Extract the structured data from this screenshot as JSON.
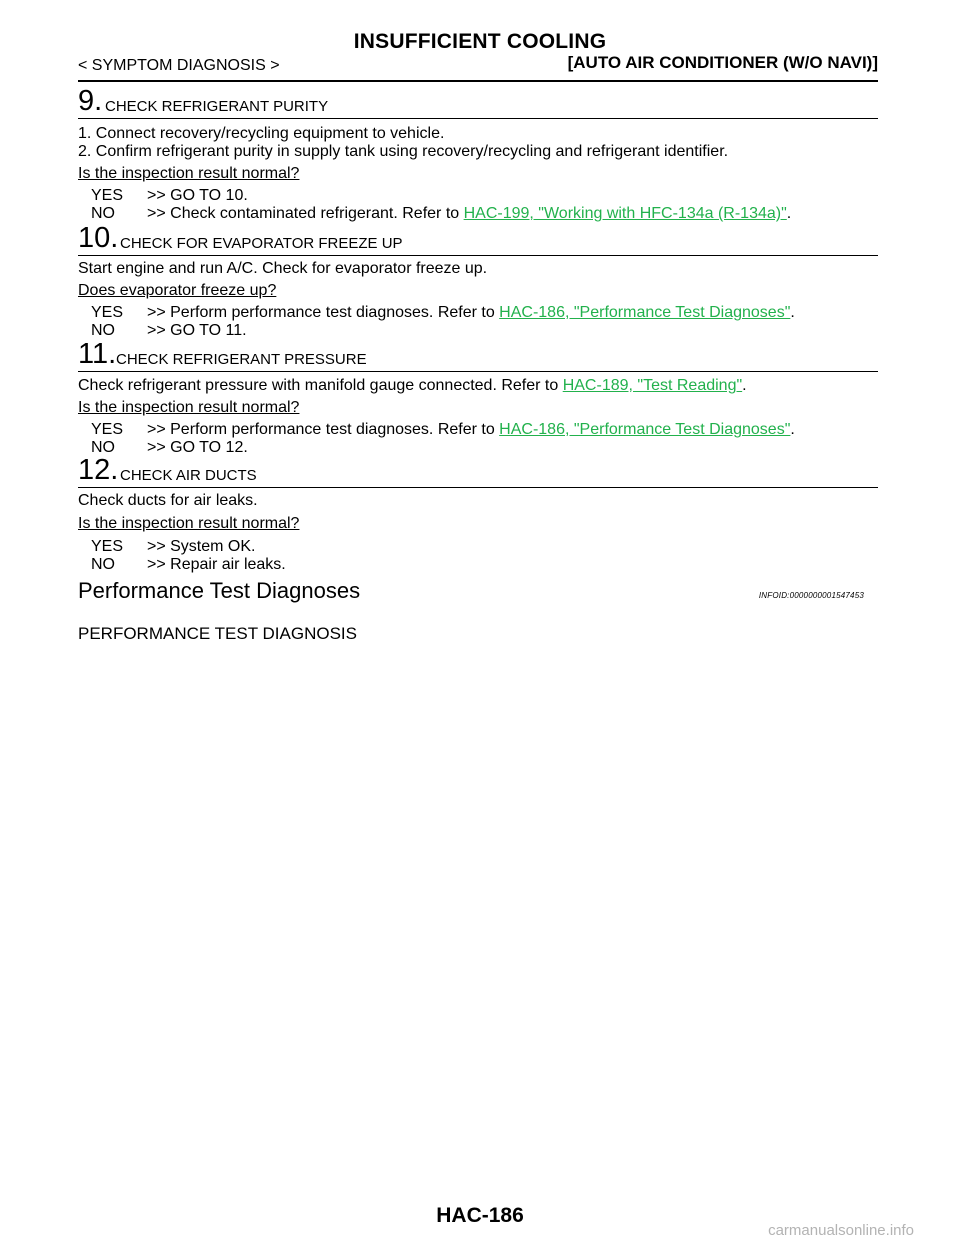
{
  "header": {
    "title": "INSUFFICIENT COOLING",
    "left": "< SYMPTOM DIAGNOSIS >",
    "right": "[AUTO AIR CONDITIONER (W/O NAVI)]"
  },
  "step9": {
    "num": "9.",
    "title": "CHECK REFRIGERANT PURITY",
    "items": [
      "1.   Connect recovery/recycling equipment to vehicle.",
      "2.   Confirm refrigerant purity in supply tank using recovery/recycling and refrigerant identifier."
    ],
    "question": "Is the inspection result normal?",
    "yes_key": "YES",
    "yes_text": ">> GO TO 10.",
    "no_key": "NO",
    "no_text": ">> Check contaminated refrigerant. Refer to ",
    "no_link": "HAC-199, \"Working with HFC-134a (R-134a)\"",
    "no_end": "."
  },
  "step10": {
    "num": "10.",
    "title": "CHECK FOR EVAPORATOR FREEZE UP",
    "text": "Start engine and run A/C. Check for evaporator freeze up.",
    "question": "Does evaporator freeze up?",
    "yes_key": "YES",
    "yes_text": ">> Perform performance test diagnoses. Refer to ",
    "yes_link": "HAC-186, \"Performance Test Diagnoses\"",
    "yes_end": ".",
    "no_key": "NO",
    "no_text": ">> GO TO 11."
  },
  "step11": {
    "num": "11.",
    "title": "CHECK REFRIGERANT PRESSURE",
    "text": "Check refrigerant pressure with manifold gauge connected. Refer to ",
    "link": "HAC-189, \"Test Reading\"",
    "text_end": ".",
    "question": "Is the inspection result normal?",
    "yes_key": "YES",
    "yes_text": ">> Perform performance test diagnoses. Refer to ",
    "yes_link": "HAC-186, \"Performance Test Diagnoses\"",
    "yes_end": ".",
    "no_key": "NO",
    "no_text": ">> GO TO 12."
  },
  "step12": {
    "num": "12.",
    "title": "CHECK AIR DUCTS",
    "text": "Check ducts for air leaks.",
    "question": "Is the inspection result normal?",
    "yes_key": "YES",
    "yes_text": ">> System OK.",
    "no_key": "NO",
    "no_text": ">> Repair air leaks."
  },
  "section": {
    "title": "Performance Test Diagnoses",
    "infoid": "INFOID:0000000001547453",
    "subtitle": "PERFORMANCE TEST DIAGNOSIS"
  },
  "footer": {
    "page": "HAC-186",
    "watermark": "carmanualsonline.info"
  },
  "colors": {
    "link": "#22b14c",
    "watermark": "#b3b3b3"
  }
}
